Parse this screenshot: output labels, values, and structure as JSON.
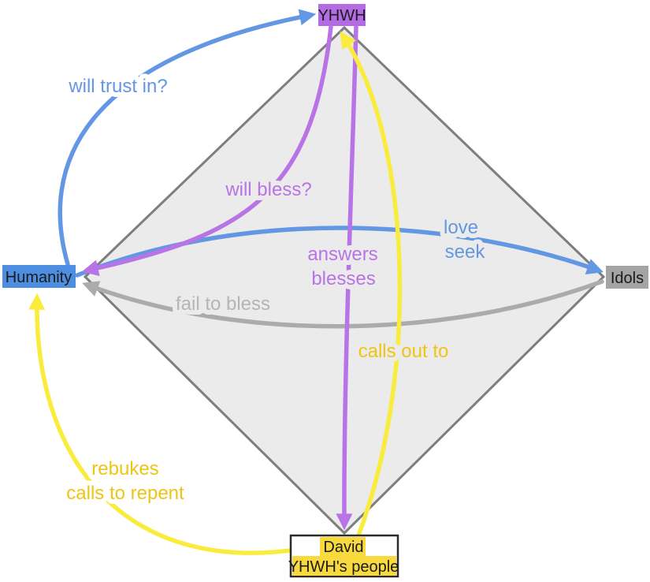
{
  "page": {
    "background": "#ffffff"
  },
  "diagram": {
    "diamond": {
      "fill": "#ebebeb",
      "stroke": "#7e7e7e"
    },
    "nodes": {
      "yhwh": {
        "label": "YHWH",
        "fill": "#b46ce4"
      },
      "humanity": {
        "label": "Humanity",
        "fill": "#4e8ee0"
      },
      "idols": {
        "label": "Idols",
        "fill": "#a4a4a4"
      },
      "david": {
        "line1": "David",
        "line2": "YHWH's people",
        "fill": "#f8d93e"
      }
    },
    "edges": {
      "will_trust": {
        "from": "Humanity",
        "to": "YHWH",
        "label": "will trust in?",
        "color": "#6397e4",
        "label_color": "#6397e4"
      },
      "will_bless": {
        "from": "YHWH",
        "to": "Humanity",
        "label": "will bless?",
        "color": "#b873e6",
        "label_color": "#b873e6"
      },
      "love_seek": {
        "from": "Humanity",
        "to": "Idols",
        "line1": "love",
        "line2": "seek",
        "color": "#6397e4",
        "label_color": "#6397e4"
      },
      "answers_blesses": {
        "from": "YHWH",
        "to": "David",
        "line1": "answers",
        "line2": "blesses",
        "color": "#b873e6",
        "label_color": "#b873e6"
      },
      "fail_to_bless": {
        "from": "Idols",
        "to": "Humanity",
        "label": "fail to bless",
        "color": "#ababab",
        "label_color": "#b5b5b5"
      },
      "calls_out": {
        "from": "David",
        "to": "YHWH",
        "label": "calls out to",
        "color": "#f9ec3c",
        "label_color": "#f0c413"
      },
      "rebukes": {
        "from": "David",
        "to": "Humanity",
        "line1": "rebukes",
        "line2": "calls to repent",
        "color": "#f9ec3c",
        "label_color": "#f0c413"
      }
    }
  }
}
